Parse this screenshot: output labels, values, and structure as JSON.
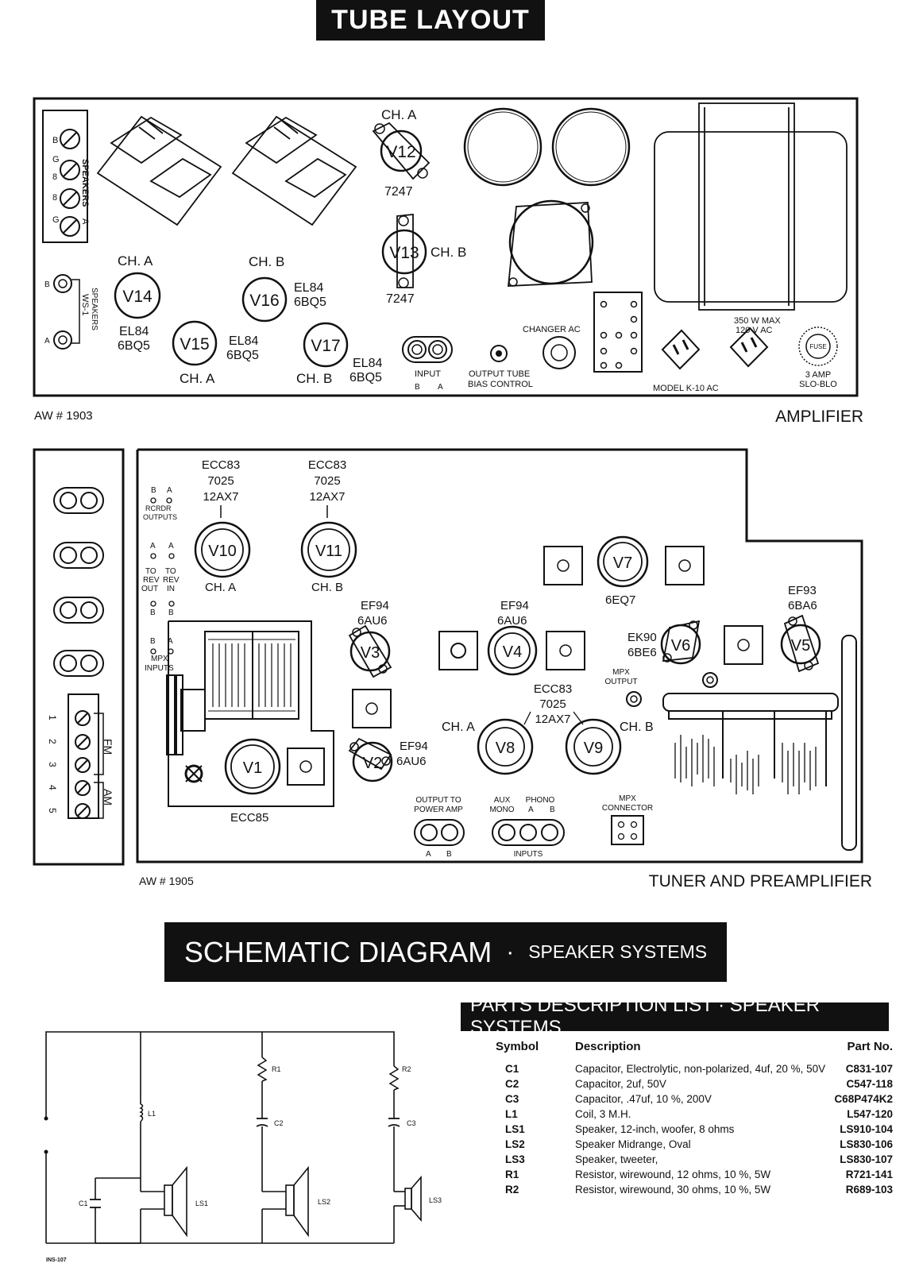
{
  "banners": {
    "tube_layout": "TUBE LAYOUT",
    "schematic_main": "SCHEMATIC DIAGRAM",
    "schematic_sep": "·",
    "schematic_sub": "SPEAKER SYSTEMS",
    "parts_list": "PARTS DESCRIPTION LIST · SPEAKER SYSTEMS"
  },
  "amplifier": {
    "caption": "AMPLIFIER",
    "aw": "AW # 1903",
    "speakers_label": "SPEAKERS",
    "speaker_terms_left": [
      "B",
      "G",
      "8",
      "8",
      "G"
    ],
    "speaker_side_a": "A",
    "ws_label": "WS-1",
    "ws_sub": "SPEAKERS",
    "ws_b": "B",
    "ws_a": "A",
    "tubes": [
      {
        "id": "V14",
        "ch": "CH. A",
        "types": [
          "EL84",
          "6BQ5"
        ]
      },
      {
        "id": "V15",
        "ch": "CH. A",
        "types": [
          "EL84",
          "6BQ5"
        ]
      },
      {
        "id": "V16",
        "ch": "CH. B",
        "types": [
          "EL84",
          "6BQ5"
        ]
      },
      {
        "id": "V17",
        "ch": "CH. B",
        "types": [
          "EL84",
          "6BQ5"
        ]
      },
      {
        "id": "V12",
        "ch": "CH. A",
        "types": [
          "7247"
        ]
      },
      {
        "id": "V13",
        "ch": "CH. B",
        "types": [
          "7247"
        ]
      }
    ],
    "input_label": "INPUT",
    "input_b": "B",
    "input_a": "A",
    "bias_label_1": "OUTPUT TUBE",
    "bias_label_2": "BIAS CONTROL",
    "changer_ac": "CHANGER AC",
    "model": "MODEL K-10 AC",
    "max_1": "350 W MAX",
    "max_2": "120 V AC",
    "fuse": "FUSE",
    "fuse_1": "3 AMP",
    "fuse_2": "SLO-BLO"
  },
  "tuner": {
    "caption": "TUNER AND PREAMPLIFIER",
    "aw": "AW # 1905",
    "rcrdr": [
      "B",
      "A",
      "RCRDR",
      "OUTPUTS"
    ],
    "rev": [
      "A",
      "A",
      "TO",
      "TO",
      "REV",
      "REV",
      "OUT",
      "IN",
      "B",
      "B"
    ],
    "mpx_in": [
      "B",
      "A",
      "MPX",
      "INPUTS"
    ],
    "tubes": [
      {
        "id": "V10",
        "ch": "CH. A",
        "types": [
          "ECC83",
          "7025",
          "12AX7"
        ]
      },
      {
        "id": "V11",
        "ch": "CH. B",
        "types": [
          "ECC83",
          "7025",
          "12AX7"
        ]
      },
      {
        "id": "V7",
        "types": [
          "6EQ7"
        ]
      },
      {
        "id": "V5",
        "types": [
          "EF93",
          "6BA6"
        ]
      },
      {
        "id": "V3",
        "types": [
          "EF94",
          "6AU6"
        ]
      },
      {
        "id": "V4",
        "types": [
          "EF94",
          "6AU6"
        ]
      },
      {
        "id": "V6",
        "types": [
          "EK90",
          "6BE6"
        ]
      },
      {
        "id": "V2",
        "types": [
          "EF94",
          "6AU6"
        ]
      },
      {
        "id": "V1",
        "types": [
          "ECC85"
        ]
      },
      {
        "id": "V8",
        "ch": "CH. A"
      },
      {
        "id": "V9",
        "ch": "CH. B"
      }
    ],
    "v89_types": [
      "ECC83",
      "7025",
      "12AX7"
    ],
    "mpx_output": [
      "MPX",
      "OUTPUT"
    ],
    "output_to": [
      "OUTPUT TO",
      "POWER AMP"
    ],
    "out_a": "A",
    "out_b": "B",
    "aux_mono": [
      "AUX",
      "MONO"
    ],
    "phono": [
      "PHONO",
      "A",
      "B"
    ],
    "inputs": "INPUTS",
    "mpx_conn": [
      "MPX",
      "CONNECTOR"
    ],
    "antenna_nums": [
      "1",
      "2",
      "3",
      "4",
      "5"
    ],
    "fm": "FM",
    "am": "AM"
  },
  "schematic": {
    "labels": {
      "L1": "L1",
      "R1": "R1",
      "R2": "R2",
      "C1": "C1",
      "C2": "C2",
      "C3": "C3",
      "LS1": "LS1",
      "LS2": "LS2",
      "LS3": "LS3"
    },
    "ins": "INS-107"
  },
  "parts": {
    "headers": {
      "symbol": "Symbol",
      "description": "Description",
      "part_no": "Part No."
    },
    "rows": [
      {
        "symbol": "C1",
        "description": "Capacitor, Electrolytic, non-polarized, 4uf, 20 %, 50V",
        "part_no": "C831-107"
      },
      {
        "symbol": "C2",
        "description": "Capacitor, 2uf, 50V",
        "part_no": "C547-118"
      },
      {
        "symbol": "C3",
        "description": "Capacitor, .47uf, 10 %, 200V",
        "part_no": "C68P474K2"
      },
      {
        "symbol": "L1",
        "description": "Coil, 3 M.H.",
        "part_no": "L547-120"
      },
      {
        "symbol": "LS1",
        "description": "Speaker, 12-inch, woofer, 8 ohms",
        "part_no": "LS910-104"
      },
      {
        "symbol": "LS2",
        "description": "Speaker Midrange, Oval",
        "part_no": "LS830-106"
      },
      {
        "symbol": "LS3",
        "description": "Speaker, tweeter,",
        "part_no": "LS830-107"
      },
      {
        "symbol": "R1",
        "description": "Resistor, wirewound, 12 ohms, 10 %, 5W",
        "part_no": "R721-141"
      },
      {
        "symbol": "R2",
        "description": "Resistor, wirewound, 30 ohms, 10 %, 5W",
        "part_no": "R689-103"
      }
    ]
  }
}
